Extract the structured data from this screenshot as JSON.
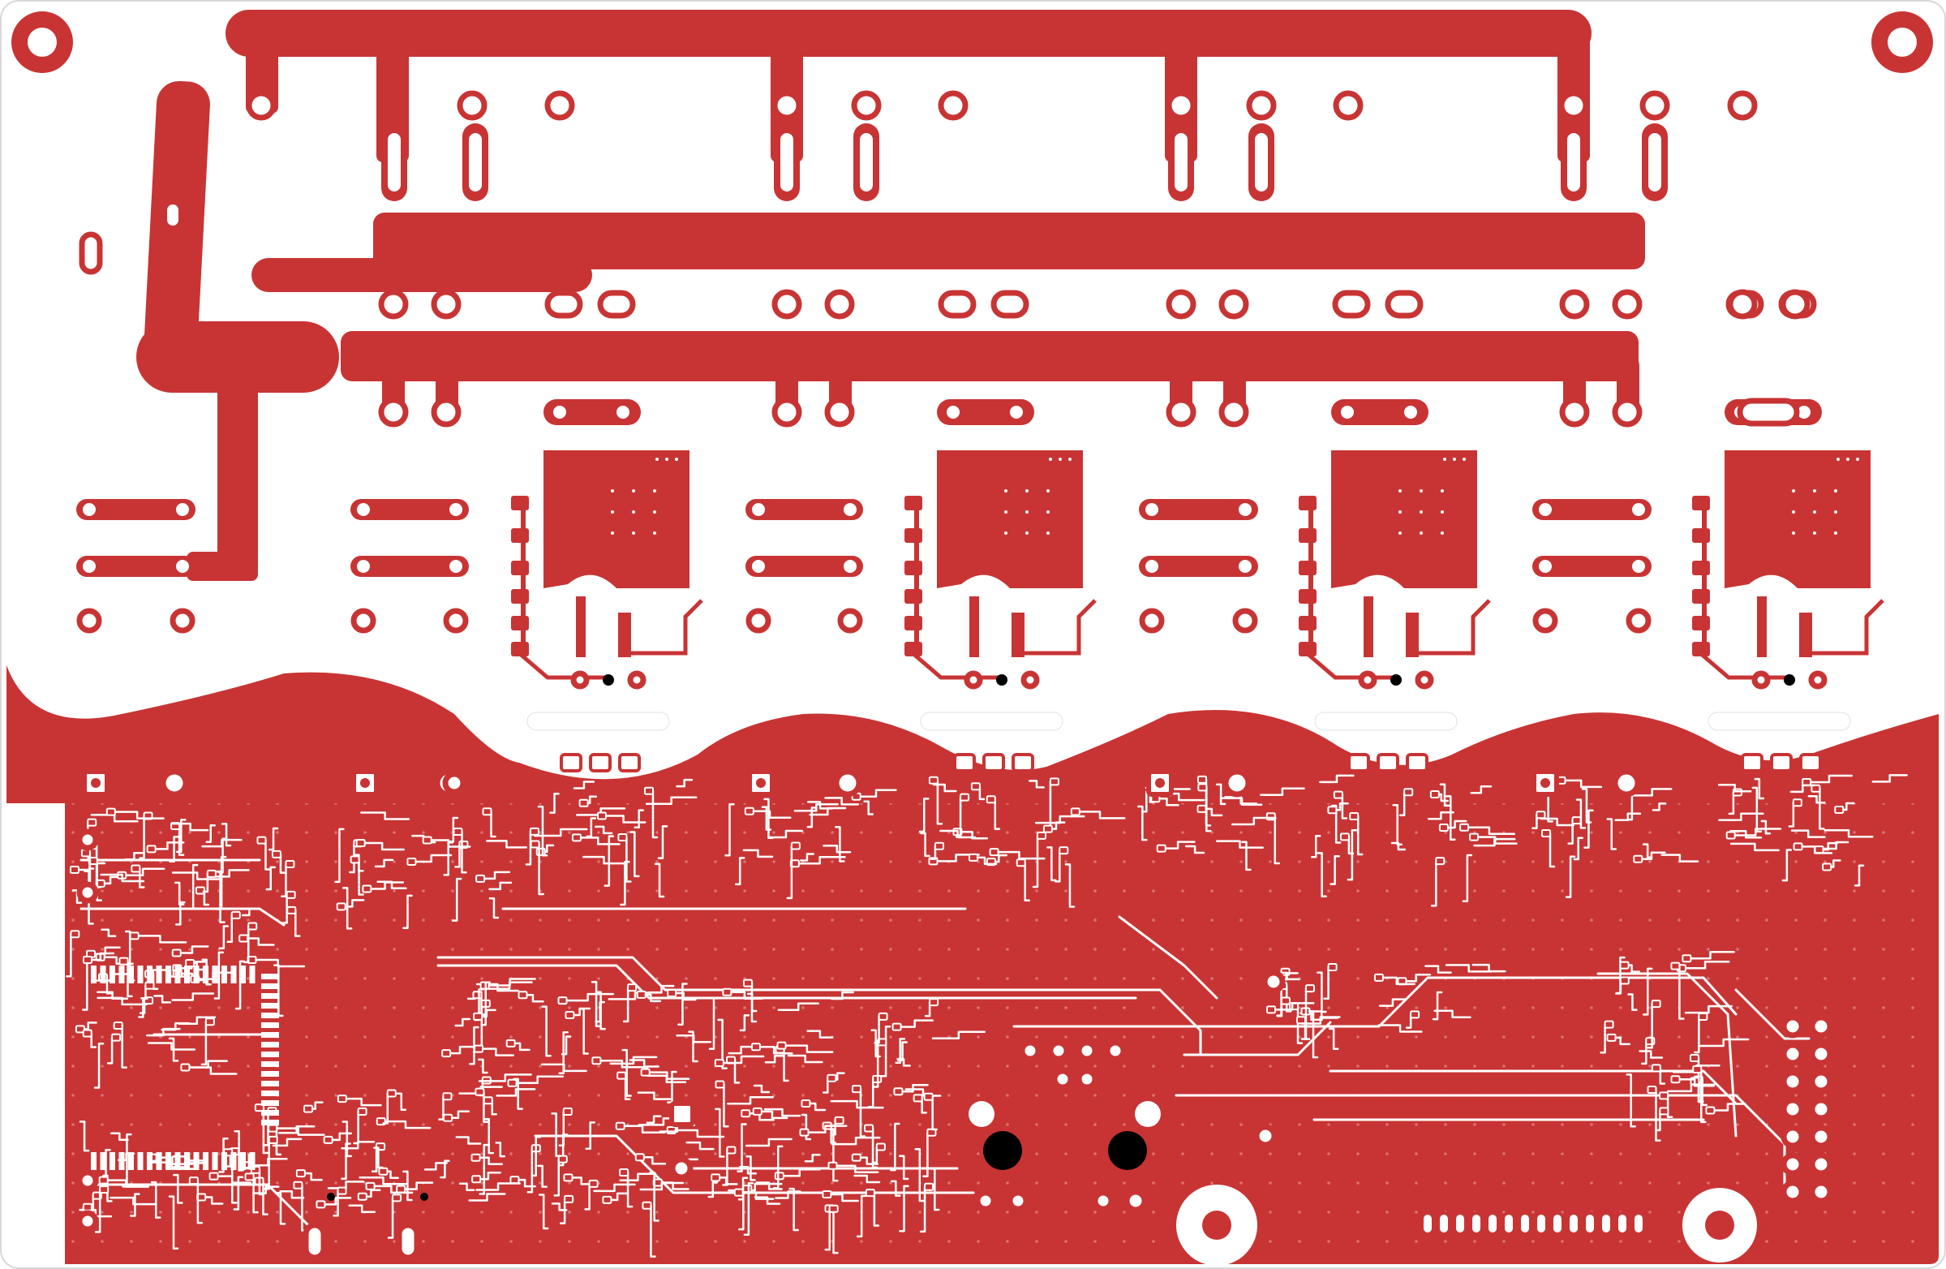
{
  "board": {
    "colors": {
      "copper": "#c83434",
      "substrate": "#ffffff",
      "drill": "#000000"
    },
    "layer": "top-copper",
    "power_cells": 4,
    "mounting_holes": 6,
    "text_labels": []
  }
}
